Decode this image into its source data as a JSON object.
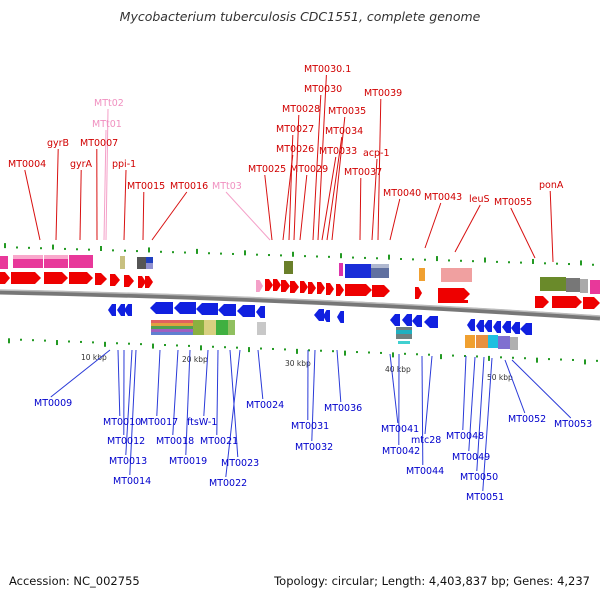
{
  "header": {
    "title": "Mycobacterium tuberculosis CDC1551, complete genome"
  },
  "footer": {
    "accession": "Accession: NC_002755",
    "summary": "Topology: circular; Length: 4,403,837 bp; Genes: 4,237"
  },
  "scale": {
    "kbp_labels": [
      "10 kbp",
      "20 kbp",
      "30 kbp",
      "40 kbp",
      "50 kbp"
    ]
  },
  "colors": {
    "forward_label": "#d00000",
    "trna_label": "#f090c0",
    "reverse_label": "#0000cc",
    "forward_arrow": "#ee0000",
    "reverse_arrow": "#1020e0",
    "backbone": "#777777",
    "tick": "#229922"
  },
  "labels": {
    "top": [
      {
        "text": "MT0004",
        "kind": "fwd"
      },
      {
        "text": "gyrB",
        "kind": "fwd"
      },
      {
        "text": "gyrA",
        "kind": "fwd"
      },
      {
        "text": "MT0007",
        "kind": "fwd"
      },
      {
        "text": "MTt02",
        "kind": "trna"
      },
      {
        "text": "MTt01",
        "kind": "trna"
      },
      {
        "text": "ppi-1",
        "kind": "fwd"
      },
      {
        "text": "MT0015",
        "kind": "fwd"
      },
      {
        "text": "MT0016",
        "kind": "fwd"
      },
      {
        "text": "MTt03",
        "kind": "trna"
      },
      {
        "text": "MT0025",
        "kind": "fwd"
      },
      {
        "text": "MT0026",
        "kind": "fwd"
      },
      {
        "text": "MT0027",
        "kind": "fwd"
      },
      {
        "text": "MT0028",
        "kind": "fwd"
      },
      {
        "text": "MT0029",
        "kind": "fwd"
      },
      {
        "text": "MT0030",
        "kind": "fwd"
      },
      {
        "text": "MT0030.1",
        "kind": "fwd"
      },
      {
        "text": "MT0033",
        "kind": "fwd"
      },
      {
        "text": "MT0034",
        "kind": "fwd"
      },
      {
        "text": "MT0035",
        "kind": "fwd"
      },
      {
        "text": "MT0037",
        "kind": "fwd"
      },
      {
        "text": "MT0039",
        "kind": "fwd"
      },
      {
        "text": "acp-1",
        "kind": "fwd"
      },
      {
        "text": "MT0040",
        "kind": "fwd"
      },
      {
        "text": "MT0043",
        "kind": "fwd"
      },
      {
        "text": "leuS",
        "kind": "fwd"
      },
      {
        "text": "MT0055",
        "kind": "fwd"
      },
      {
        "text": "ponA",
        "kind": "fwd"
      }
    ],
    "bottom": [
      {
        "text": "MT0009",
        "kind": "rev"
      },
      {
        "text": "MT0010",
        "kind": "rev"
      },
      {
        "text": "MT0012",
        "kind": "rev"
      },
      {
        "text": "MT0013",
        "kind": "rev"
      },
      {
        "text": "MT0014",
        "kind": "rev"
      },
      {
        "text": "MT0017",
        "kind": "rev"
      },
      {
        "text": "MT0018",
        "kind": "rev"
      },
      {
        "text": "MT0019",
        "kind": "rev"
      },
      {
        "text": "ftsW-1",
        "kind": "rev"
      },
      {
        "text": "MT0021",
        "kind": "rev"
      },
      {
        "text": "MT0022",
        "kind": "rev"
      },
      {
        "text": "MT0023",
        "kind": "rev"
      },
      {
        "text": "MT0024",
        "kind": "rev"
      },
      {
        "text": "MT0031",
        "kind": "rev"
      },
      {
        "text": "MT0032",
        "kind": "rev"
      },
      {
        "text": "MT0036",
        "kind": "rev"
      },
      {
        "text": "MT0041",
        "kind": "rev"
      },
      {
        "text": "MT0042",
        "kind": "rev"
      },
      {
        "text": "mtc28",
        "kind": "rev"
      },
      {
        "text": "MT0044",
        "kind": "rev"
      },
      {
        "text": "MT0048",
        "kind": "rev"
      },
      {
        "text": "MT0049",
        "kind": "rev"
      },
      {
        "text": "MT0050",
        "kind": "rev"
      },
      {
        "text": "MT0051",
        "kind": "rev"
      },
      {
        "text": "MT0052",
        "kind": "rev"
      },
      {
        "text": "MT0053",
        "kind": "rev"
      }
    ]
  }
}
